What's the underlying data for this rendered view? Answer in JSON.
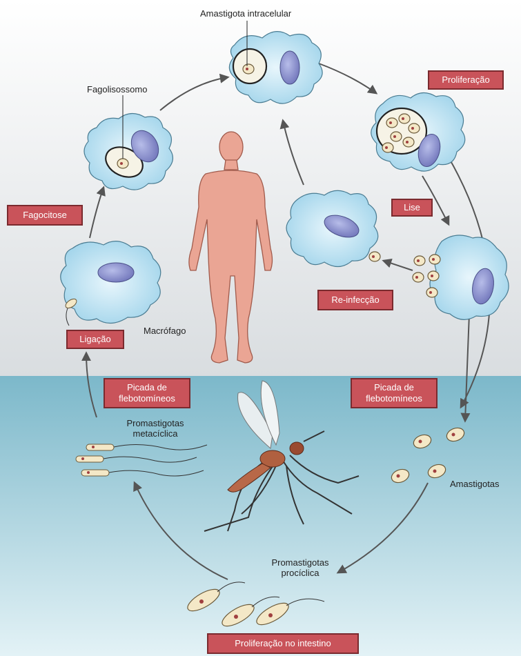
{
  "labels": {
    "amastigota_intracelular": "Amastigota intracelular",
    "fagolisossomo": "Fagolisossomo",
    "proliferacao": "Proliferação",
    "fagocitose": "Fagocitose",
    "lise": "Lise",
    "re_infeccao": "Re-infecção",
    "macrofago": "Macrófago",
    "ligacao": "Ligação",
    "picada_left_1": "Picada de",
    "picada_left_2": "flebotomíneos",
    "picada_right_1": "Picada de",
    "picada_right_2": "flebotomíneos",
    "prom_meta_1": "Promastigotas",
    "prom_meta_2": "metacíclica",
    "amastigotas": "Amastigotas",
    "prom_pro_1": "Promastigotas",
    "prom_pro_2": "procíclica",
    "proliferacao_intestino": "Proliferação no intestino"
  },
  "colors": {
    "tag_fill": "#c9535a",
    "tag_border": "#7a2a2e",
    "cell_fill": "#bfe3f2",
    "nucleus": "#8d93cf",
    "skin": "#e9a493",
    "water": "#8dc3d3",
    "arrow": "#555555"
  }
}
